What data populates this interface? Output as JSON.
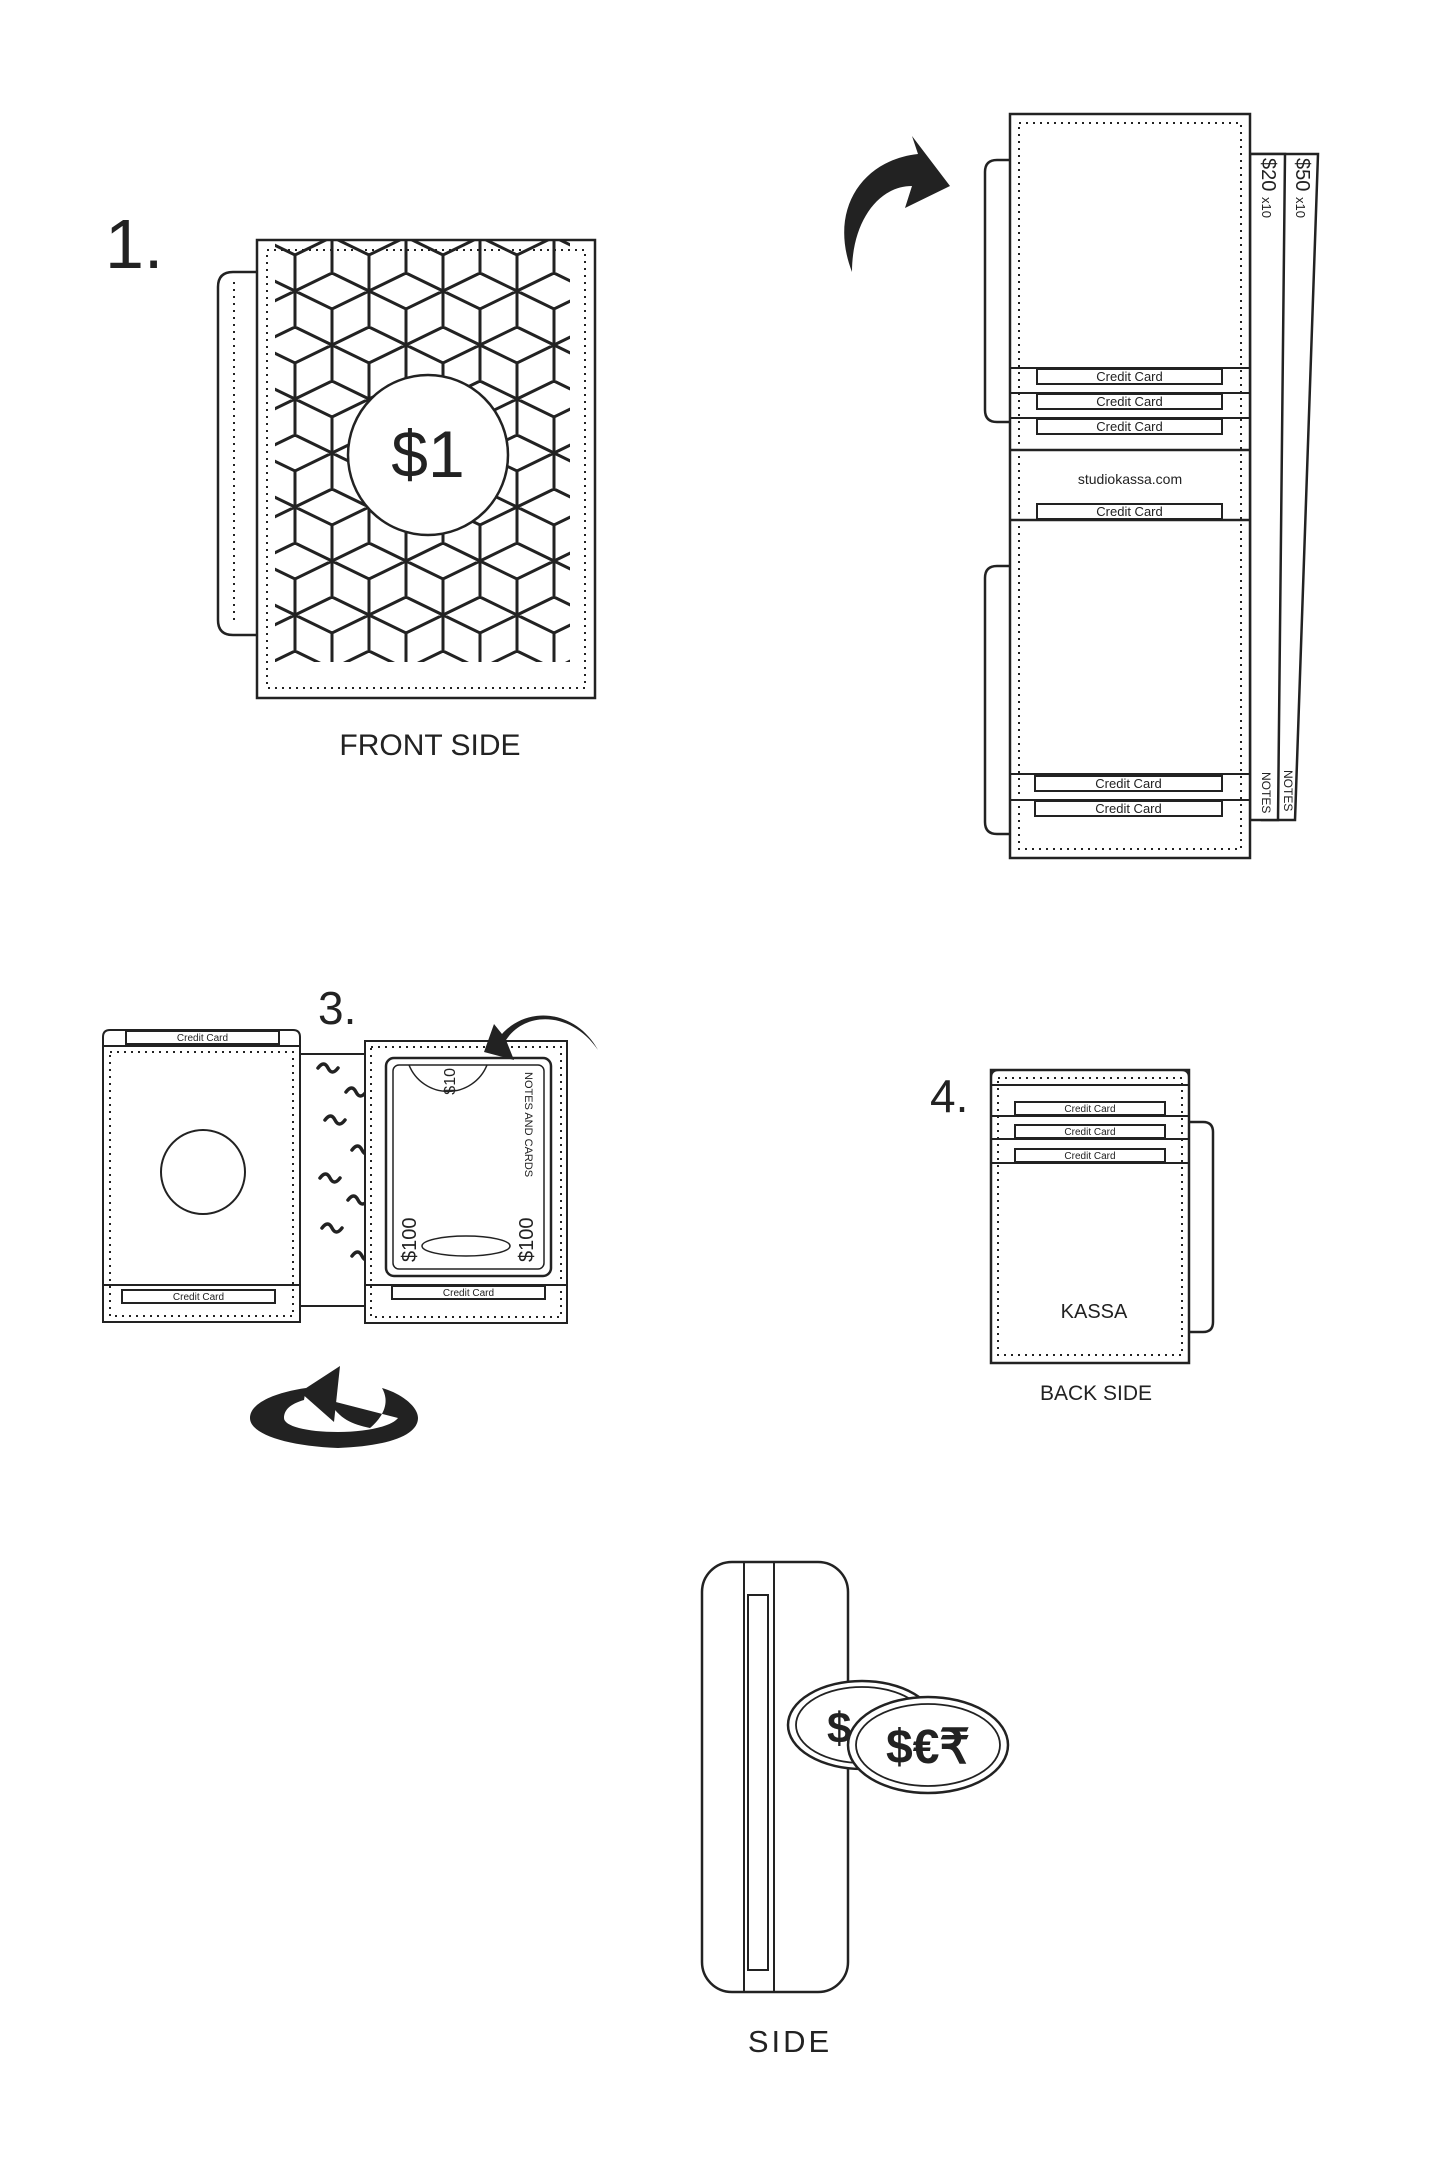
{
  "steps": {
    "step1_number": "1.",
    "step3_number": "3.",
    "step4_number": "4."
  },
  "front": {
    "coin_label": "$1",
    "caption": "FRONT SIDE"
  },
  "open_wallet": {
    "card_slot_label": "Credit Card",
    "website": "studiokassa.com",
    "note_20": "$20",
    "note_20_count": "x10",
    "note_50": "$50",
    "note_50_count": "x10",
    "notes_label": "NOTES"
  },
  "step3": {
    "card_slot_label": "Credit Card",
    "bill_small": "$10",
    "bill_left": "$100",
    "bill_right": "$100",
    "notes_and_cards": "NOTES AND CARDS"
  },
  "back": {
    "card_slot_label": "Credit Card",
    "brand": "KASSA",
    "caption": "BACK SIDE"
  },
  "side": {
    "coin_back_symbol": "$",
    "coin_front_symbols": "$€₹",
    "caption": "SIDE"
  },
  "icons": [
    "curved-arrow-icon",
    "rotate-arrow-icon",
    "coin-icon"
  ]
}
